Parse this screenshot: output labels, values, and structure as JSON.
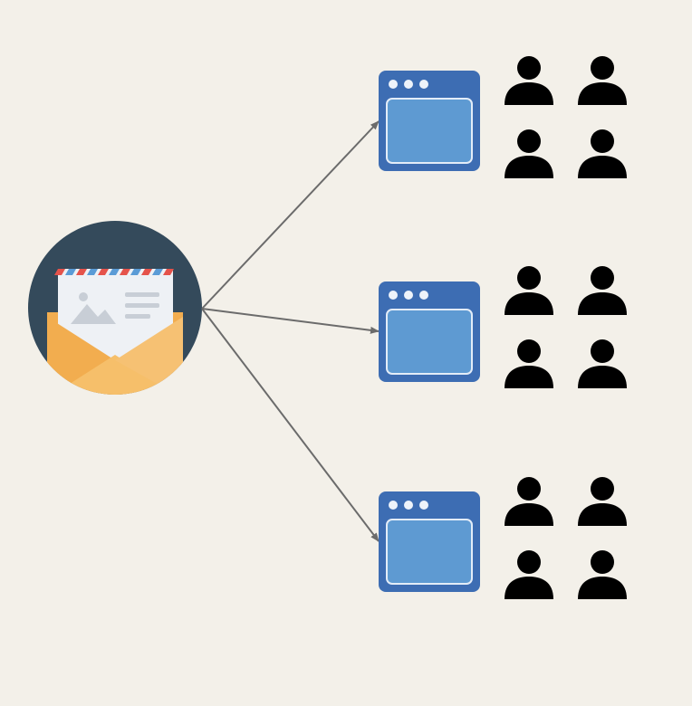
{
  "diagram": {
    "source": {
      "icon": "envelope-with-letter-icon",
      "colors": {
        "circle": "#344a5b",
        "envelope": "#f6bf6a",
        "envelope_flap": "#f2ad4f",
        "letter": "#eef1f5",
        "letter_content": "#c8ced6",
        "airmail_red": "#e5534b",
        "airmail_blue": "#5a9bd6"
      }
    },
    "targets": [
      {
        "icon": "browser-window-icon",
        "users_icon": "user-icon",
        "user_count": 4
      },
      {
        "icon": "browser-window-icon",
        "users_icon": "user-icon",
        "user_count": 4
      },
      {
        "icon": "browser-window-icon",
        "users_icon": "user-icon",
        "user_count": 4
      }
    ],
    "colors": {
      "background": "#f3f0e9",
      "arrow": "#6b6b6b",
      "window_frame": "#3d6db3",
      "window_content": "#5e9ad2",
      "window_content_border": "#e3ecf8",
      "window_dots": "#eef3fa",
      "user": "#000000"
    }
  }
}
